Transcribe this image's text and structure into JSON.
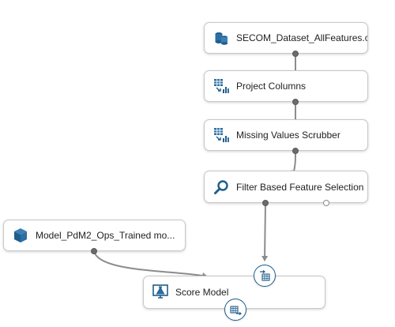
{
  "modules": {
    "dataset": {
      "label": "SECOM_Dataset_AllFeatures.cs...",
      "icon": "dataset-cylinders-icon"
    },
    "project_columns": {
      "label": "Project Columns",
      "icon": "table-chart-icon"
    },
    "missing_values": {
      "label": "Missing Values Scrubber",
      "icon": "table-chart-icon"
    },
    "feature_selection": {
      "label": "Filter Based Feature Selection",
      "icon": "magnifier-icon"
    },
    "trained_model": {
      "label": "Model_PdM2_Ops_Trained mo...",
      "icon": "cube-icon"
    },
    "score_model": {
      "label": "Score Model",
      "icon": "flask-icon"
    }
  },
  "colors": {
    "accent": "#1f5e8c",
    "wire": "#8c8c8c",
    "port": "#6b6b6b",
    "border": "#c8c8c8"
  }
}
